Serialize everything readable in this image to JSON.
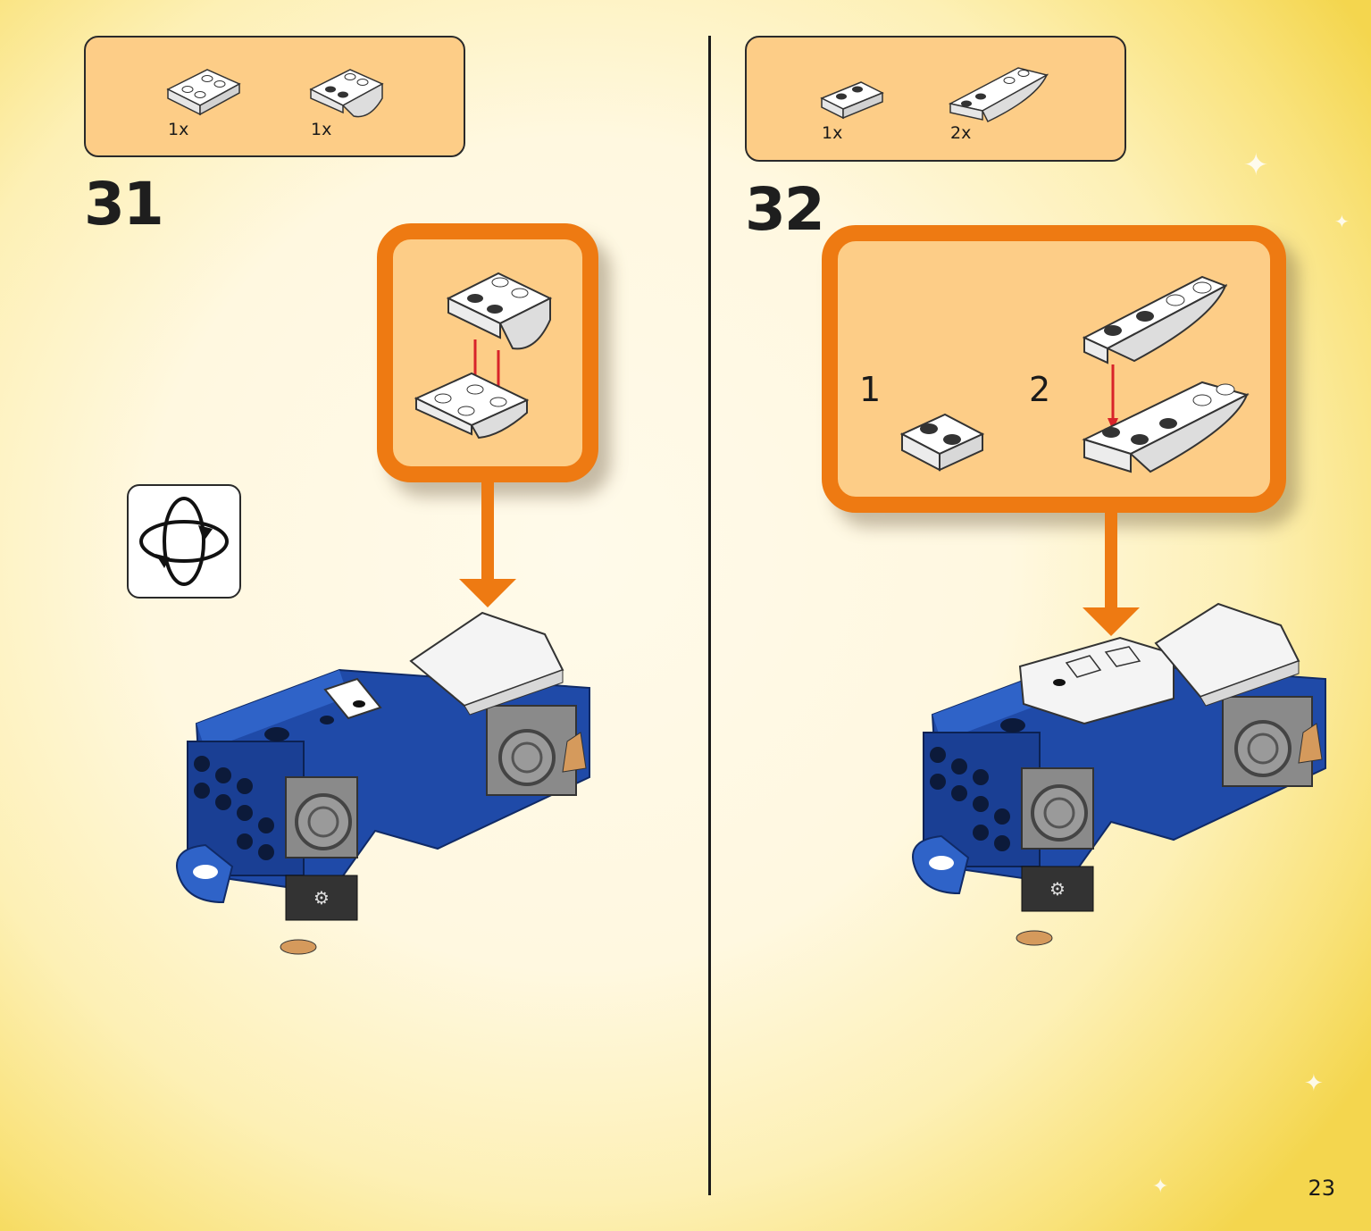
{
  "steps": [
    {
      "number": "31",
      "parts": [
        {
          "qty": "1x"
        },
        {
          "qty": "1x"
        }
      ]
    },
    {
      "number": "32",
      "parts": [
        {
          "qty": "1x"
        },
        {
          "qty": "2x"
        }
      ],
      "substeps": [
        "1",
        "2"
      ]
    }
  ],
  "page_number": "23",
  "icons": {
    "rotate": "rotate-model-icon"
  },
  "colors": {
    "callout_border": "#ee7a12",
    "callout_fill": "#fdcd87",
    "brick_blue": "#1f4aa8",
    "arrow_red": "#d8232a"
  }
}
